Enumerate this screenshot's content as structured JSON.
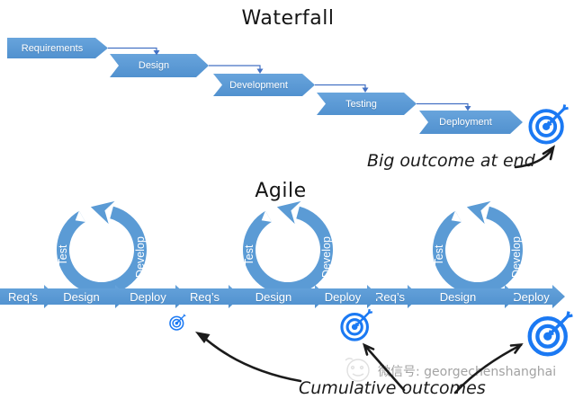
{
  "diagram": {
    "waterfall": {
      "title": "Waterfall",
      "stages": [
        "Requirements",
        "Design",
        "Development",
        "Testing",
        "Deployment"
      ],
      "annotation": "Big outcome at end"
    },
    "agile": {
      "title": "Agile",
      "sprint_labels": {
        "test": "Test",
        "develop": "Develop"
      },
      "flow_labels": [
        "Req’s",
        "Design",
        "Deploy"
      ],
      "annotation": "Cumulative outcomes"
    },
    "footer": {
      "wechat_id": "微信号: georgechenshanghai"
    },
    "icons": {
      "target": "bullseye-dart-icon",
      "cycle": "sprint-cycle-arrow-icon",
      "watermark": "doodle-face-watermark-icon"
    },
    "colors": {
      "shape_blue": "#5b9bd5",
      "shape_border": "#41719c",
      "connector_blue": "#4472c4",
      "target_blue": "#1b79f3",
      "ink_black": "#1b1b1b",
      "wechat_gray": "#a3a3a3"
    }
  }
}
